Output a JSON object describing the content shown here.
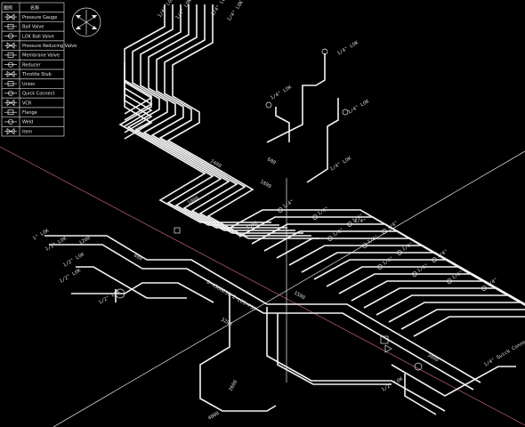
{
  "legend": {
    "header": [
      "图例",
      "名称"
    ],
    "items": [
      {
        "icon": "pressure-gauge-icon",
        "label": "Pressure Gauge"
      },
      {
        "icon": "ball-valve-icon",
        "label": "Ball Valve"
      },
      {
        "icon": "lok-ball-valve-icon",
        "label": "LOK Ball Valve"
      },
      {
        "icon": "pressure-reducing-valve-icon",
        "label": "Pressure Reducing Valve"
      },
      {
        "icon": "membrane-valve-icon",
        "label": "Membrane Valve"
      },
      {
        "icon": "reducer-icon",
        "label": "Reducer"
      },
      {
        "icon": "throttle-stub-icon",
        "label": "Throttle Stub"
      },
      {
        "icon": "union-icon",
        "label": "Union"
      },
      {
        "icon": "quick-connect-icon",
        "label": "Quick Connect"
      },
      {
        "icon": "vcr-icon",
        "label": "VCR"
      },
      {
        "icon": "flange-icon",
        "label": "Flange"
      },
      {
        "icon": "weld-icon",
        "label": "Weld"
      },
      {
        "icon": "item-icon",
        "label": "item"
      }
    ]
  },
  "compass": {
    "icon": "compass-rose-icon"
  },
  "colors": {
    "background": "#000000",
    "line": "#f2f2f2",
    "axis_red": "#c76a7a"
  },
  "labels": {
    "top": [
      "1/4\" LOK",
      "1/4\" LOK",
      "1/4\" LOK",
      "1/4\" LOK",
      "1/4\" LOK"
    ],
    "right_mid": [
      "1/4\" LOK",
      "1/4\" LOK",
      "1/4\" LOK"
    ],
    "center_line": "D-450G250-Z-L01-F33",
    "left": [
      "1\" LOK",
      "1/2\" LOK",
      "1/2\" LOK",
      "1/2\" LOK",
      "1/2\" LOK"
    ],
    "bottom_left": "1/2\" LOK",
    "bottom_right": "1/4\" Quick Connect",
    "manifold_tag": "1/4\"",
    "dims": [
      "2400",
      "1800",
      "1500",
      "3200",
      "2600",
      "1200",
      "800",
      "1500",
      "3000",
      "2000",
      "1000",
      "600",
      "4000"
    ]
  }
}
